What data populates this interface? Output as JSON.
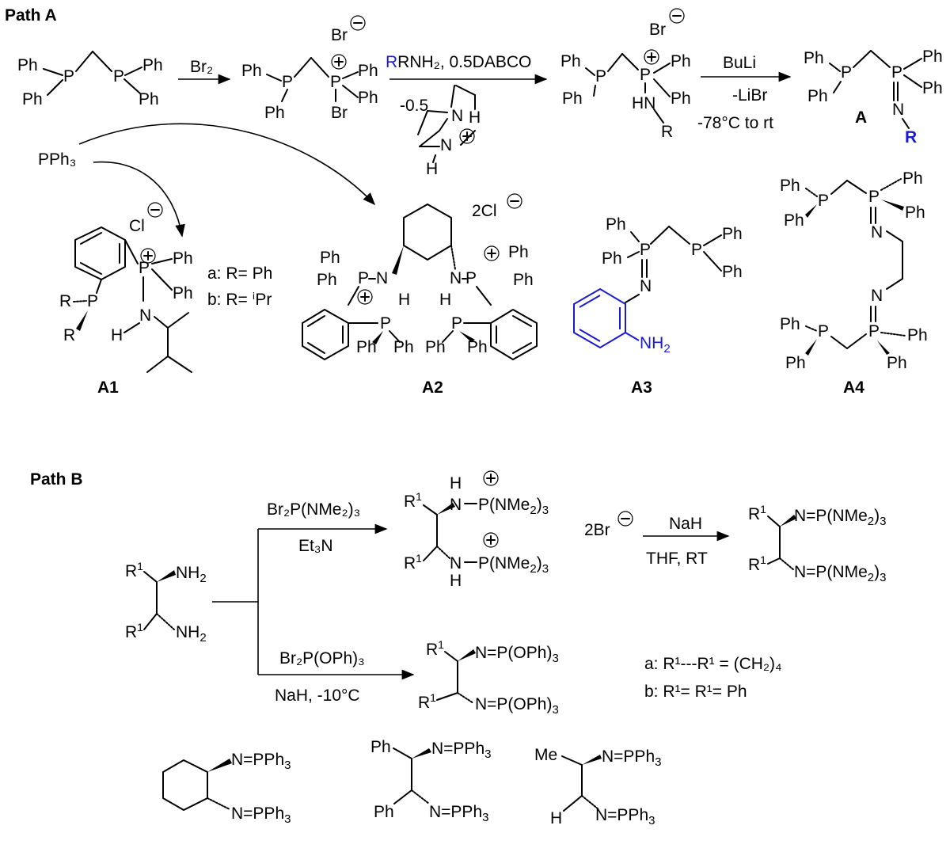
{
  "path_a": {
    "title": "Path A",
    "step1_reagent": "Br₂",
    "step2_reagent": "RNH₂, 0.5DABCO",
    "step2_byproduct": "-0.5",
    "step3_reagent_top": "BuLi",
    "step3_reagent_mid": "-LiBr",
    "step3_reagent_bottom": "-78°C to rt",
    "product_label": "A",
    "pph3": "PPh₃",
    "variant_a": "a: R= Ph",
    "variant_b": "b: R= ⁱPr",
    "a2_counterion": "2Cl",
    "compound_labels": [
      "A1",
      "A2",
      "A3",
      "A4"
    ]
  },
  "path_b": {
    "title": "Path B",
    "upper_reagent_top": "Br₂P(NMe₂)₃",
    "upper_reagent_bottom": "Et₃N",
    "counterion": "2Br",
    "nah_top": "NaH",
    "nah_bottom": "THF, RT",
    "lower_reagent_top": "Br₂P(OPh)₃",
    "lower_reagent_bottom": "NaH, -10°C",
    "def_a": "a: R¹---R¹ = (CH₂)₄",
    "def_b": "b: R¹= R¹= Ph"
  },
  "colors": {
    "highlight": "#1a1ad1",
    "ink": "#000000"
  }
}
